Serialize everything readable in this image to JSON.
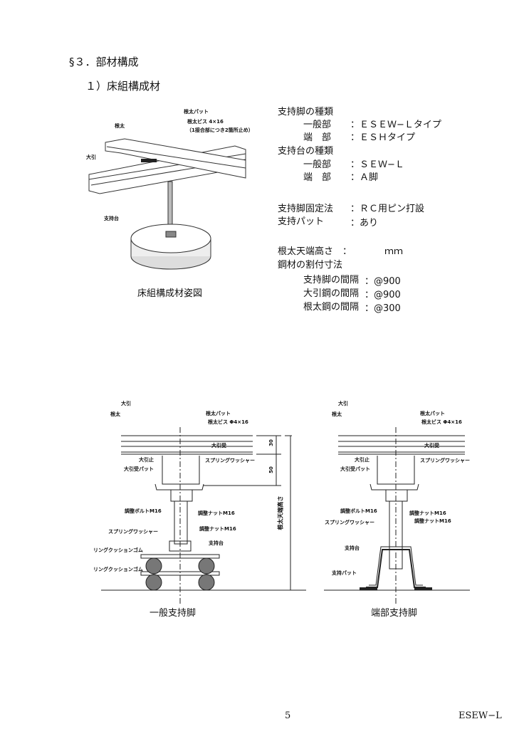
{
  "section_title": "§３．部材構成",
  "subsection_title": "１）床組構成材",
  "iso_figure": {
    "labels": {
      "joist_pad": "根太パット",
      "joist_screw": "根太ビス 4×16",
      "screw_note": "（1接合部につき2箇所止め）",
      "joist": "根太",
      "beam": "大引",
      "support_base": "支持台"
    },
    "caption": "床組構成材姿図"
  },
  "spec": {
    "leg_type_title": "支持脚の種類",
    "leg_general_label": "一般部",
    "leg_general_value": "：ＥＳＥＷ−Ｌタイプ",
    "leg_end_label": "端　部",
    "leg_end_value": "：ＥＳＨタイプ",
    "base_type_title": "支持台の種類",
    "base_general_label": "一般部",
    "base_general_value": "：ＳＥＷ−Ｌ",
    "base_end_label": "端　部",
    "base_end_value": "：Ａ脚",
    "fix_label": "支持脚固定法",
    "fix_value": "：ＲＣ用ピン打設",
    "pad_label": "支持パット",
    "pad_value": "：あり",
    "height_label": "根太天端高さ　：",
    "height_unit": "ｍｍ",
    "spacing_title": "鋼材の割付寸法",
    "spacing": [
      {
        "label": "支持脚の間隔",
        "value": "：@900"
      },
      {
        "label": "大引鋼の間隔",
        "value": "：@900"
      },
      {
        "label": "根太鋼の間隔",
        "value": "：@300"
      }
    ]
  },
  "section_general": {
    "labels": {
      "beam": "大引",
      "joist": "根太",
      "joist_pad": "根太パット",
      "joist_screw": "根太ビス Φ4×16",
      "beam_receiver": "大引受",
      "beam_stop": "大引止",
      "spring_washer_top": "スプリングワッシャー",
      "beam_receiver_pad": "大引受パット",
      "adjust_bolt": "調整ボルトM16",
      "adjust_nut_1": "調整ナットM16",
      "adjust_nut_2": "調整ナットM16",
      "spring_washer": "スプリングワッシャー",
      "support_base": "支持台",
      "ring_cushion_1": "リングクッションゴム",
      "ring_cushion_2": "リングクッションゴム"
    },
    "dim_30": "30",
    "dim_50": "50",
    "dim_height": "根太天端高さ",
    "caption": "一般支持脚"
  },
  "section_end": {
    "labels": {
      "beam": "大引",
      "joist": "根太",
      "joist_pad": "根太パット",
      "joist_screw": "根太ビス Φ4×16",
      "beam_receiver": "大引受",
      "beam_stop": "大引止",
      "spring_washer_top": "スプリングワッシャー",
      "beam_receiver_pad": "大引受パット",
      "adjust_bolt": "調整ボルトM16",
      "adjust_nut_1": "調整ナットM16",
      "adjust_nut_2": "調整ナットM16",
      "spring_washer": "スプリングワッシャー",
      "support_base": "支持台",
      "support_pad": "支持パット"
    },
    "caption": "端部支持脚"
  },
  "footer": {
    "page_number": "5",
    "doc_code": "ESEW−L"
  }
}
